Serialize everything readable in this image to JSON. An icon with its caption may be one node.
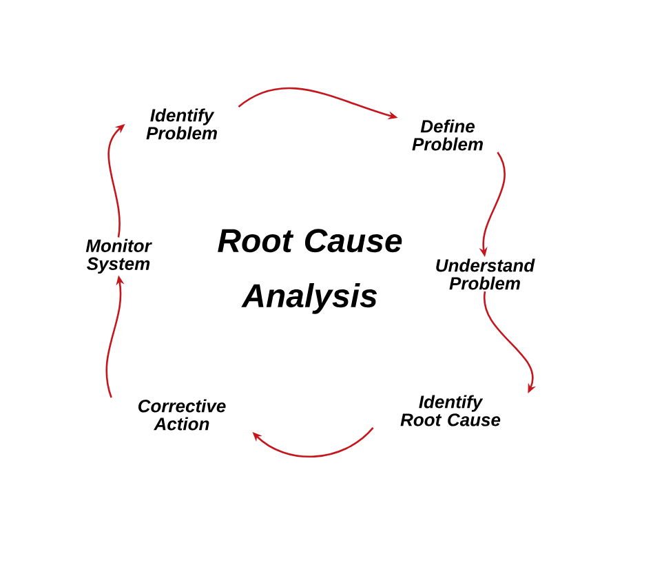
{
  "diagram": {
    "title": "Root Cause Analysis",
    "nodes": [
      {
        "text": [
          "Identify Problem"
        ]
      },
      {
        "text": [
          "Define Problem"
        ]
      },
      {
        "text": [
          "Understand Problem"
        ]
      },
      {
        "text": [
          "Identify Root Cause"
        ]
      },
      {
        "text": [
          "Corrective Action"
        ]
      },
      {
        "text": [
          "Monitor System"
        ]
      }
    ],
    "edges": [
      {
        "from": 0,
        "to": 1,
        "arrow": "to"
      },
      {
        "from": 1,
        "to": 2,
        "arrow": "to"
      },
      {
        "from": 2,
        "to": 3,
        "arrow": "to"
      },
      {
        "from": 3,
        "to": 4,
        "arrow": "to"
      },
      {
        "from": 4,
        "to": 5,
        "arrow": "to"
      },
      {
        "from": 5,
        "to": 0,
        "arrow": "to"
      }
    ]
  }
}
